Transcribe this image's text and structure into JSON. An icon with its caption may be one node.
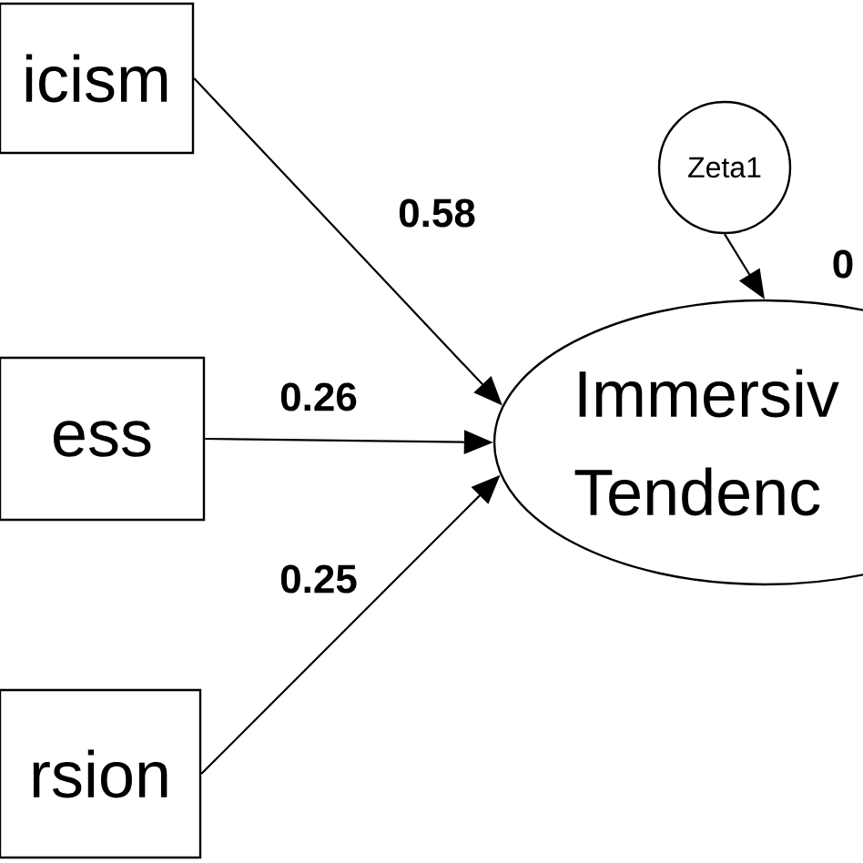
{
  "diagram": {
    "nodes": [
      {
        "text": [
          "icism"
        ]
      },
      {
        "text": [
          "ess"
        ]
      },
      {
        "text": [
          "rsion"
        ]
      },
      {
        "text": [
          "Zeta1"
        ]
      },
      {
        "text": [
          "Immersiv Tendenc"
        ]
      }
    ],
    "edges": [
      {
        "from": 0,
        "to": 4,
        "arrow": "to",
        "label": "0.58"
      },
      {
        "from": 1,
        "to": 4,
        "arrow": "to",
        "label": "0.26"
      },
      {
        "from": 2,
        "to": 4,
        "arrow": "to",
        "label": "0.25"
      },
      {
        "from": 3,
        "to": 4,
        "arrow": "to"
      }
    ],
    "labels": [
      "0"
    ]
  }
}
